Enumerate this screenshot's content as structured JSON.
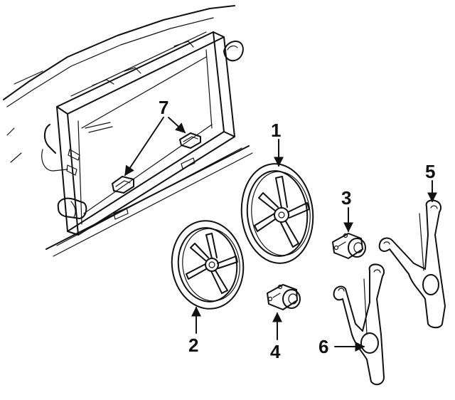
{
  "callouts": [
    {
      "id": "1",
      "text": "1"
    },
    {
      "id": "2",
      "text": "2"
    },
    {
      "id": "3",
      "text": "3"
    },
    {
      "id": "4",
      "text": "4"
    },
    {
      "id": "5",
      "text": "5"
    },
    {
      "id": "6",
      "text": "6"
    },
    {
      "id": "7",
      "text": "7"
    }
  ],
  "colors": {
    "ink": "#111111",
    "background": "#ffffff"
  }
}
